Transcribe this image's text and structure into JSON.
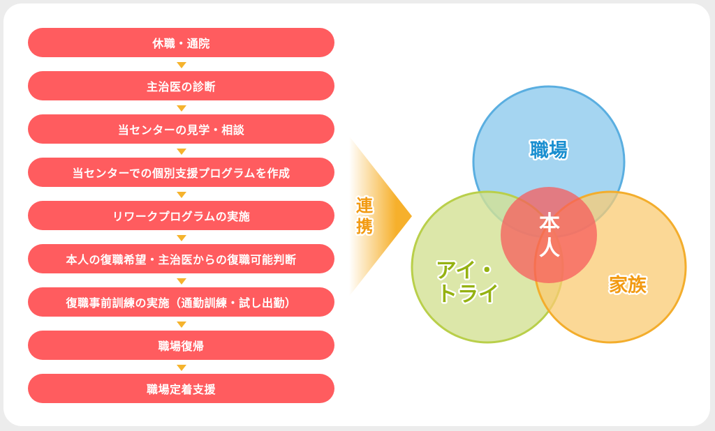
{
  "flow_steps": [
    "休職・通院",
    "主治医の診断",
    "当センターの見学・相談",
    "当センターでの個別支援プログラムを作成",
    "リワークプログラムの実施",
    "本人の復職希望・主治医からの復職可能判断",
    "復職事前訓練の実施（通勤訓練・試し出勤）",
    "職場復帰",
    "職場定着支援"
  ],
  "connector": {
    "line1": "連",
    "line2": "携"
  },
  "venn": {
    "top": "職場",
    "left_line1": "アイ・",
    "left_line2": "トライ",
    "right": "家族",
    "center_line1": "本",
    "center_line2": "人"
  },
  "colors": {
    "step": "#ff5c5f",
    "arrow": "#f5b32d",
    "blue": "#5aaee0",
    "green": "#b9cf4a",
    "orange": "#f3ad2c",
    "red": "#f56565"
  }
}
